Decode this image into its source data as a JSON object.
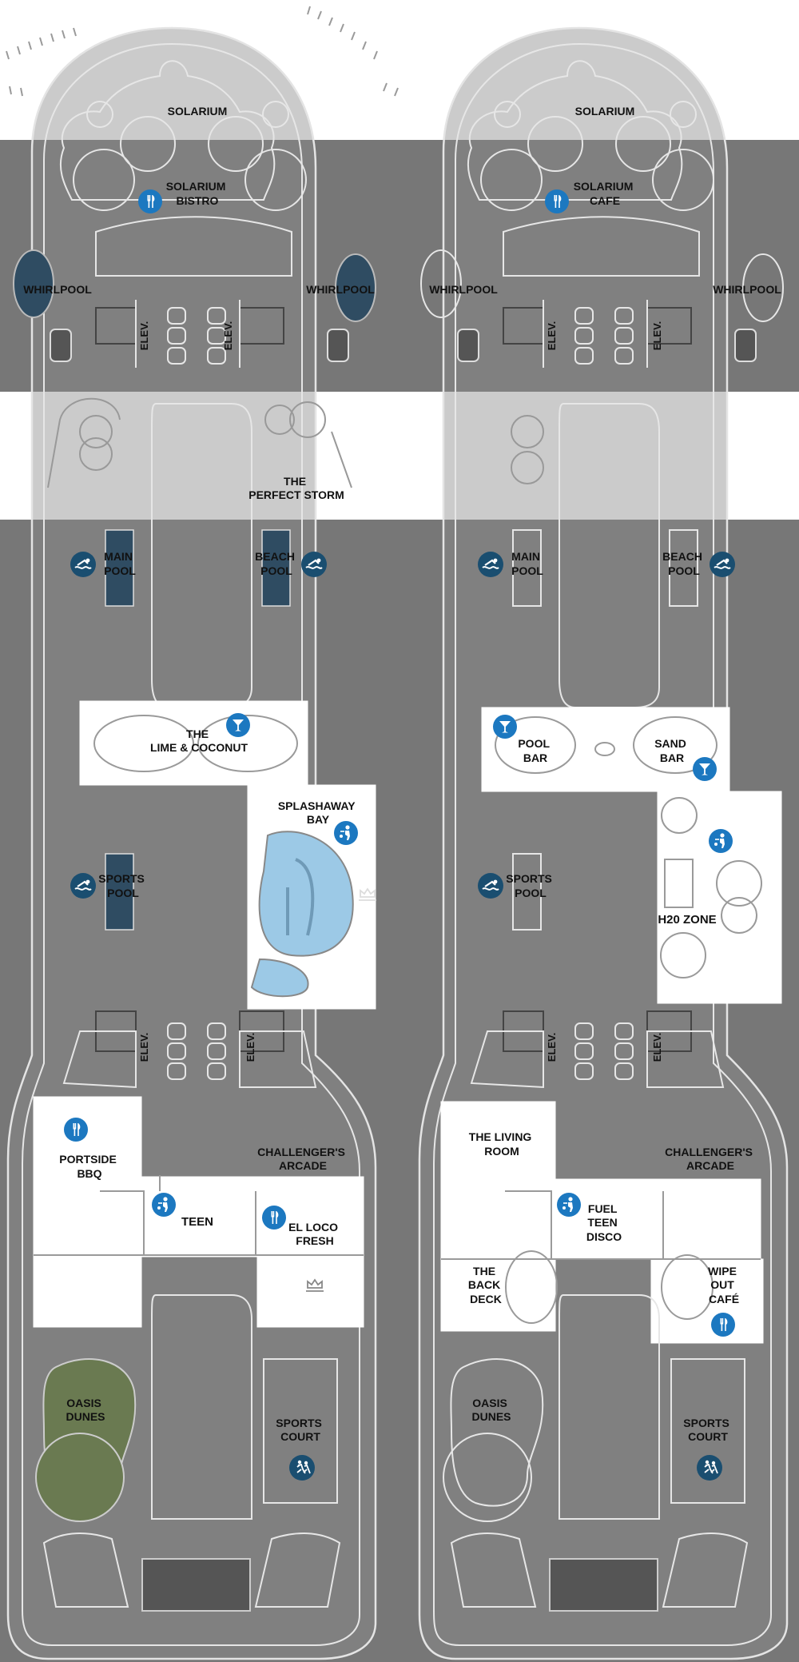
{
  "colors": {
    "background": "#777777",
    "hull_light": "#8a8a8a",
    "outline": "#e4e4e4",
    "highlight": "#ffffff",
    "icon_blue": "#1c78c0",
    "pool_icon_blue": "#1a4e70",
    "pool_fill": "#2f4c62",
    "splash_fill": "#9cc9e6",
    "dunes_green": "#6a7a51"
  },
  "left_deck": {
    "solarium": "SOLARIUM",
    "bistro": [
      "SOLARIUM",
      "BISTRO"
    ],
    "whirlpool_left": "WHIRLPOOL",
    "whirlpool_right": "WHIRLPOOL",
    "elev_left": "ELEV.",
    "elev_right": "ELEV.",
    "perfect_storm": [
      "THE",
      "PERFECT STORM"
    ],
    "main_pool": [
      "MAIN",
      "POOL"
    ],
    "beach_pool": [
      "BEACH",
      "POOL"
    ],
    "lime_coconut": [
      "THE",
      "LIME & COCONUT"
    ],
    "splashaway": [
      "SPLASHAWAY",
      "BAY"
    ],
    "sports_pool": [
      "SPORTS",
      "POOL"
    ],
    "elev_left_aft": "ELEV.",
    "elev_right_aft": "ELEV.",
    "portside_bbq": [
      "PORTSIDE",
      "BBQ"
    ],
    "challengers_arcade": [
      "CHALLENGER'S",
      "ARCADE"
    ],
    "teen": "TEEN",
    "el_loco": [
      "EL LOCO",
      "FRESH"
    ],
    "oasis_dunes": [
      "OASIS",
      "DUNES"
    ],
    "sports_court": [
      "SPORTS",
      "COURT"
    ]
  },
  "right_deck": {
    "solarium": "SOLARIUM",
    "cafe": [
      "SOLARIUM",
      "CAFE"
    ],
    "whirlpool_left": "WHIRLPOOL",
    "whirlpool_right": "WHIRLPOOL",
    "elev_left": "ELEV.",
    "elev_right": "ELEV.",
    "main_pool": [
      "MAIN",
      "POOL"
    ],
    "beach_pool": [
      "BEACH",
      "POOL"
    ],
    "pool_bar": [
      "POOL",
      "BAR"
    ],
    "sand_bar": [
      "SAND",
      "BAR"
    ],
    "sports_pool": [
      "SPORTS",
      "POOL"
    ],
    "h2o_zone": "H20 ZONE",
    "elev_left_aft": "ELEV.",
    "elev_right_aft": "ELEV.",
    "living_room": [
      "THE LIVING",
      "ROOM"
    ],
    "challengers_arcade": [
      "CHALLENGER'S",
      "ARCADE"
    ],
    "fuel_teen": [
      "FUEL",
      "TEEN",
      "DISCO"
    ],
    "back_deck": [
      "THE",
      "BACK",
      "DECK"
    ],
    "wipe_out": [
      "WIPE",
      "OUT",
      "CAFÉ"
    ],
    "oasis_dunes": [
      "OASIS",
      "DUNES"
    ],
    "sports_court": [
      "SPORTS",
      "COURT"
    ]
  },
  "icons": {
    "dining": "fork-knife-icon",
    "bar": "cocktail-glass-icon",
    "pool": "swimmer-icon",
    "kids": "kids-activity-icon",
    "sports": "runners-icon",
    "crown": "crown-anchor-icon",
    "elevator": "elevator-icon"
  }
}
